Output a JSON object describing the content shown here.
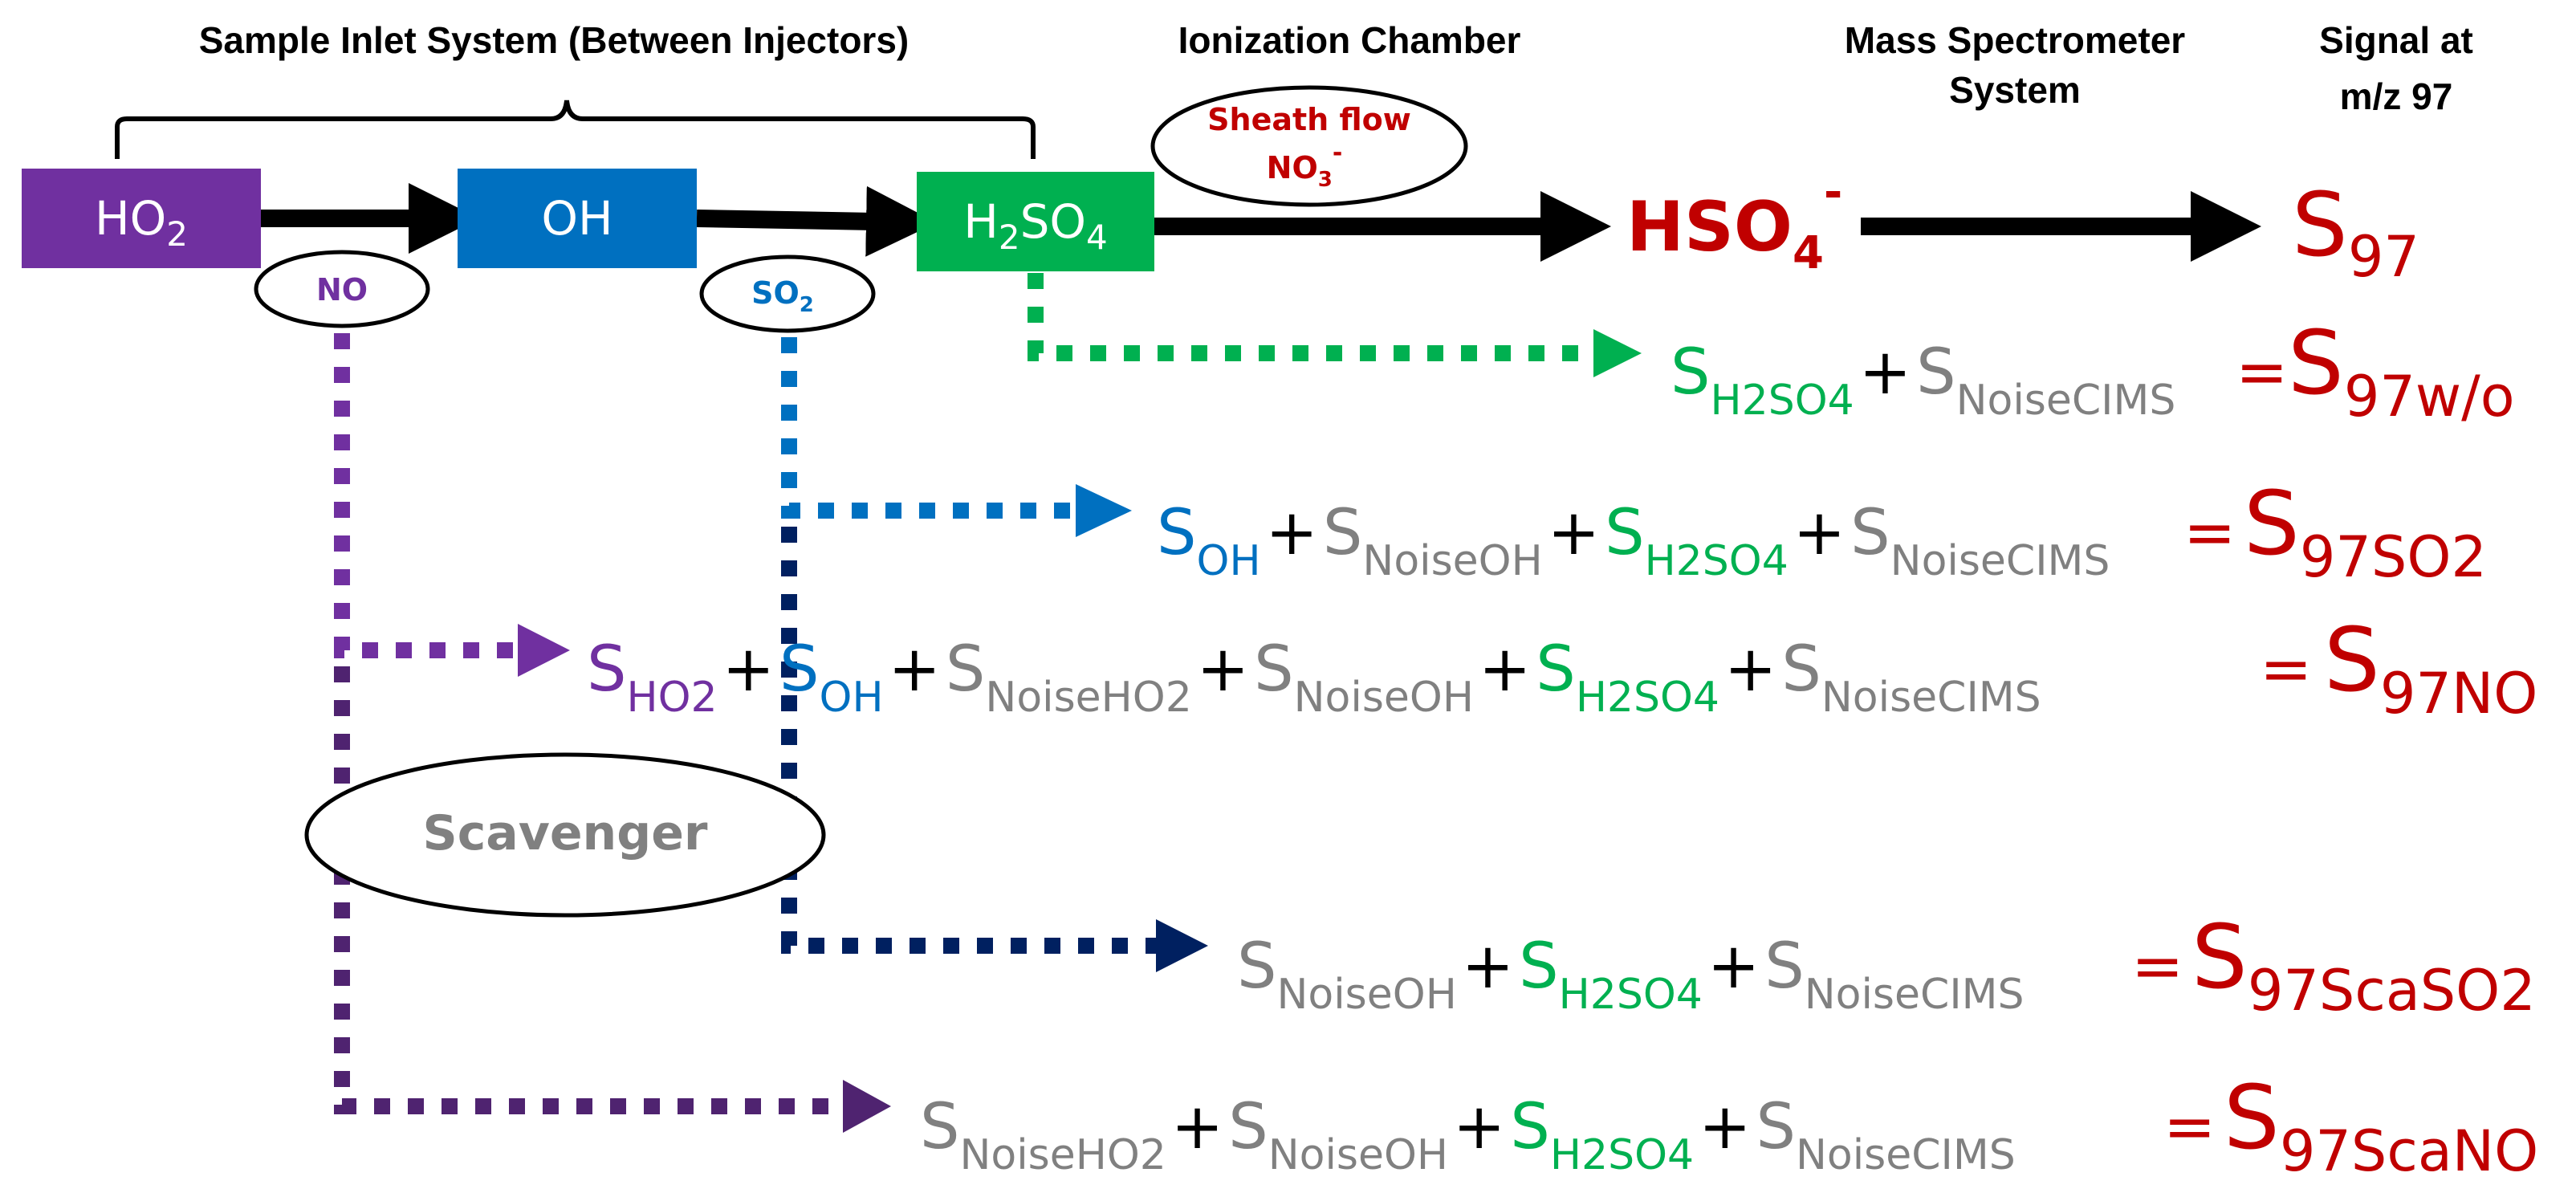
{
  "headers": {
    "inlet": "Sample Inlet System (Between Injectors)",
    "ionization": "Ionization Chamber",
    "ms_line1": "Mass Spectrometer",
    "ms_line2": "System",
    "signal_line1": "Signal at",
    "signal_line2": "m/z 97"
  },
  "colors": {
    "ho2": "#7030A0",
    "oh": "#0070C0",
    "h2so4": "#00B050",
    "signal": "#C00000",
    "noise": "#808080",
    "scavenger_so2": "#002060",
    "scavenger_no": "#4F2370",
    "black": "#000000"
  },
  "boxes": {
    "ho2": {
      "main": "HO",
      "sub": "2"
    },
    "oh": {
      "main": "OH"
    },
    "h2so4": {
      "a": "H",
      "b": "2",
      "c": "SO",
      "d": "4"
    }
  },
  "ovals": {
    "no": "NO",
    "so2_main": "SO",
    "so2_sub": "2",
    "sheath_line1": "Sheath flow",
    "sheath_no3": "NO",
    "sheath_sub": "3",
    "sheath_sup": "-",
    "scavenger": "Scavenger"
  },
  "ion": {
    "main": "HSO",
    "sub": "4",
    "sup": "-"
  },
  "signal": {
    "main": "S",
    "sub": "97"
  },
  "plus": "+",
  "equals": "=",
  "S": "S",
  "equations": [
    {
      "terms": [
        {
          "sub": "H2SO4",
          "color": "h2so4"
        },
        {
          "sub": "NoiseCIMS",
          "color": "noise"
        }
      ],
      "result": "97w/o"
    },
    {
      "terms": [
        {
          "sub": "OH",
          "color": "oh"
        },
        {
          "sub": "NoiseOH",
          "color": "noise"
        },
        {
          "sub": "H2SO4",
          "color": "h2so4"
        },
        {
          "sub": "NoiseCIMS",
          "color": "noise"
        }
      ],
      "result": "97SO2"
    },
    {
      "terms": [
        {
          "sub": "HO2",
          "color": "ho2"
        },
        {
          "sub": "OH",
          "color": "oh"
        },
        {
          "sub": "NoiseHO2",
          "color": "noise"
        },
        {
          "sub": "NoiseOH",
          "color": "noise"
        },
        {
          "sub": "H2SO4",
          "color": "h2so4"
        },
        {
          "sub": "NoiseCIMS",
          "color": "noise"
        }
      ],
      "result": "97NO"
    },
    {
      "terms": [
        {
          "sub": "NoiseOH",
          "color": "noise"
        },
        {
          "sub": "H2SO4",
          "color": "h2so4"
        },
        {
          "sub": "NoiseCIMS",
          "color": "noise"
        }
      ],
      "result": "97ScaSO2"
    },
    {
      "terms": [
        {
          "sub": "NoiseHO2",
          "color": "noise"
        },
        {
          "sub": "NoiseOH",
          "color": "noise"
        },
        {
          "sub": "H2SO4",
          "color": "h2so4"
        },
        {
          "sub": "NoiseCIMS",
          "color": "noise"
        }
      ],
      "result": "97ScaNO"
    }
  ]
}
